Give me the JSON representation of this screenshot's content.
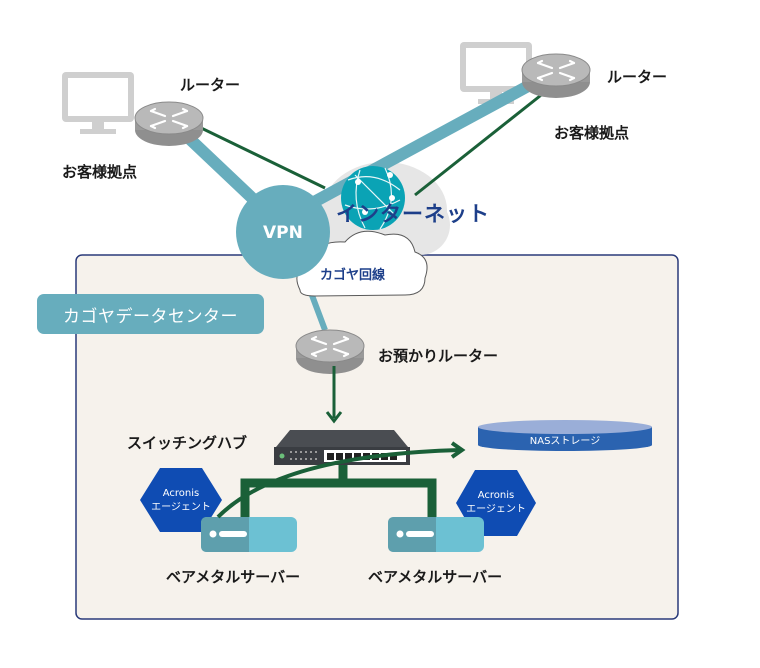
{
  "diagram": {
    "title": "Kagoya bare-metal backup network",
    "colors": {
      "vpn_line": "#67adbd",
      "green_line": "#1a6038",
      "acronis_blue": "#0f4cb3",
      "nas_blue": "#2b63b0",
      "datacenter_bg": "#f6f2ec",
      "datacenter_border": "#2a3a7a",
      "globe": "#0aa3b5",
      "text_navy": "#1d3f8a"
    },
    "customer_sites": [
      {
        "router_label": "ルーター",
        "site_label": "お客様拠点"
      },
      {
        "router_label": "ルーター",
        "site_label": "お客様拠点"
      }
    ],
    "vpn": {
      "label": "VPN"
    },
    "internet": {
      "label": "インターネット"
    },
    "kagoya_line": {
      "label": "カゴヤ回線"
    },
    "datacenter": {
      "label": "カゴヤデータセンター",
      "router_label": "お預かりルーター",
      "switch_label": "スイッチングハブ",
      "nas_label": "NASストレージ",
      "servers": [
        {
          "label": "ベアメタルサーバー",
          "agent_line1": "Acronis",
          "agent_line2": "エージェント"
        },
        {
          "label": "ベアメタルサーバー",
          "agent_line1": "Acronis",
          "agent_line2": "エージェント"
        }
      ]
    }
  }
}
